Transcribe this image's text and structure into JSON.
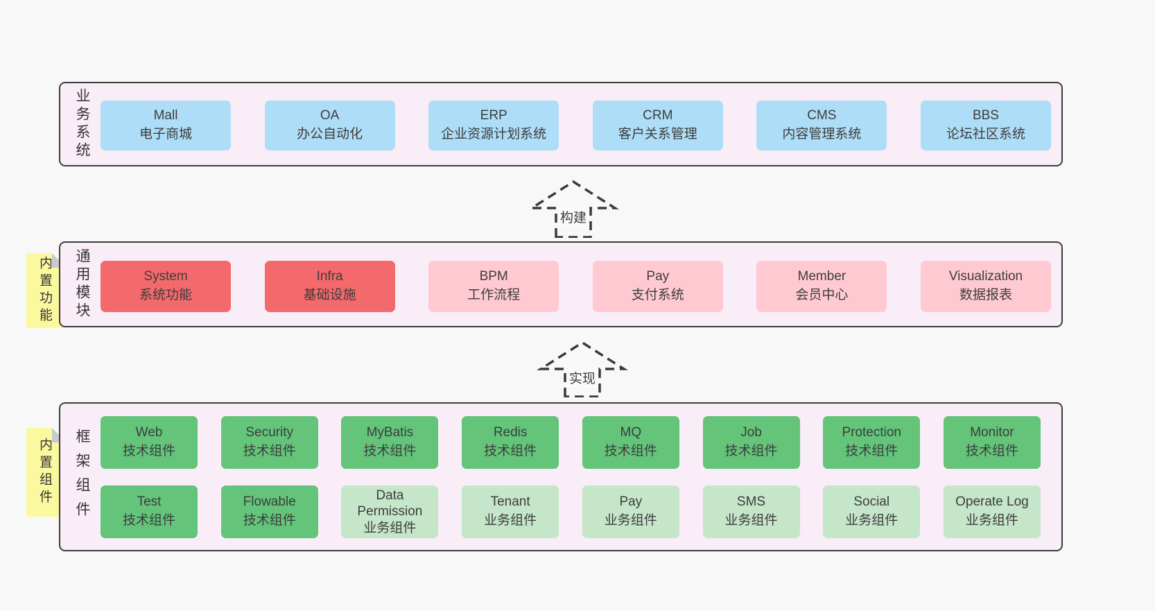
{
  "colors": {
    "page_bg": "#f8f8f8",
    "panel_bg": "#f9edf7",
    "panel_border": "#3b3b3b",
    "box_blue": "#aeddf7",
    "box_red": "#f4696b",
    "box_pink": "#ffc9d2",
    "box_green_dark": "#63c47a",
    "box_green_light": "#c5e6c9",
    "sticky_yellow": "#fbf99e"
  },
  "business_section": {
    "label": "业务系统",
    "boxes": [
      {
        "en": "Mall",
        "zh": "电子商城"
      },
      {
        "en": "OA",
        "zh": "办公自动化"
      },
      {
        "en": "ERP",
        "zh": "企业资源计划系统"
      },
      {
        "en": "CRM",
        "zh": "客户关系管理"
      },
      {
        "en": "CMS",
        "zh": "内容管理系统"
      },
      {
        "en": "BBS",
        "zh": "论坛社区系统"
      }
    ]
  },
  "arrow_build": {
    "label": "构建"
  },
  "modules_section": {
    "label": "通用模块",
    "sticky": "内置功能",
    "boxes": [
      {
        "en": "System",
        "zh": "系统功能",
        "variant": "red"
      },
      {
        "en": "Infra",
        "zh": "基础设施",
        "variant": "red"
      },
      {
        "en": "BPM",
        "zh": "工作流程",
        "variant": "pink"
      },
      {
        "en": "Pay",
        "zh": "支付系统",
        "variant": "pink"
      },
      {
        "en": "Member",
        "zh": "会员中心",
        "variant": "pink"
      },
      {
        "en": "Visualization",
        "zh": "数据报表",
        "variant": "pink"
      }
    ]
  },
  "arrow_implement": {
    "label": "实现"
  },
  "components_section": {
    "label": "框架组件",
    "sticky": "内置组件",
    "row1": [
      {
        "en": "Web",
        "zh": "技术组件",
        "variant": "green-dark"
      },
      {
        "en": "Security",
        "zh": "技术组件",
        "variant": "green-dark"
      },
      {
        "en": "MyBatis",
        "zh": "技术组件",
        "variant": "green-dark"
      },
      {
        "en": "Redis",
        "zh": "技术组件",
        "variant": "green-dark"
      },
      {
        "en": "MQ",
        "zh": "技术组件",
        "variant": "green-dark"
      },
      {
        "en": "Job",
        "zh": "技术组件",
        "variant": "green-dark"
      },
      {
        "en": "Protection",
        "zh": "技术组件",
        "variant": "green-dark"
      },
      {
        "en": "Monitor",
        "zh": "技术组件",
        "variant": "green-dark"
      }
    ],
    "row2": [
      {
        "en": "Test",
        "zh": "技术组件",
        "variant": "green-dark"
      },
      {
        "en": "Flowable",
        "zh": "技术组件",
        "variant": "green-dark"
      },
      {
        "en": "Data Permission",
        "zh": "业务组件",
        "variant": "green-light"
      },
      {
        "en": "Tenant",
        "zh": "业务组件",
        "variant": "green-light"
      },
      {
        "en": "Pay",
        "zh": "业务组件",
        "variant": "green-light"
      },
      {
        "en": "SMS",
        "zh": "业务组件",
        "variant": "green-light"
      },
      {
        "en": "Social",
        "zh": "业务组件",
        "variant": "green-light"
      },
      {
        "en": "Operate Log",
        "zh": "业务组件",
        "variant": "green-light"
      }
    ]
  }
}
